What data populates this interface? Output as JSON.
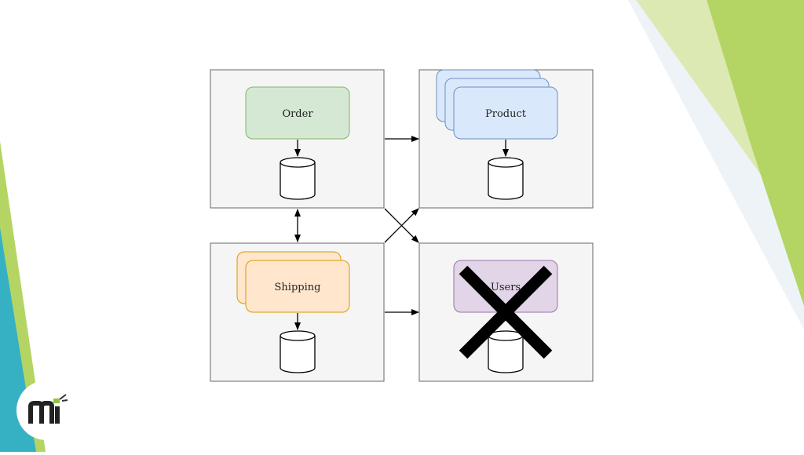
{
  "slide": {
    "accent_colors": {
      "light_green": "#dde9b3",
      "green": "#b4d563",
      "teal": "#36b1c3",
      "pale_blue": "#eef3f8"
    },
    "logo_icon": "mi-logo-icon"
  },
  "diagram": {
    "services": {
      "order": {
        "label": "Order",
        "fill": "#d5e8d4",
        "stroke": "#82b366"
      },
      "product": {
        "label": "Product",
        "fill": "#dae8fc",
        "stroke": "#6c8ebf"
      },
      "shipping": {
        "label": "Shipping",
        "fill": "#ffe6cc",
        "stroke": "#d79b00"
      },
      "users": {
        "label": "Users",
        "fill": "#e1d5e7",
        "stroke": "#9673a6",
        "crossed_out": true
      }
    },
    "panel_fill": "#f5f5f5",
    "panel_stroke": "#666666"
  }
}
